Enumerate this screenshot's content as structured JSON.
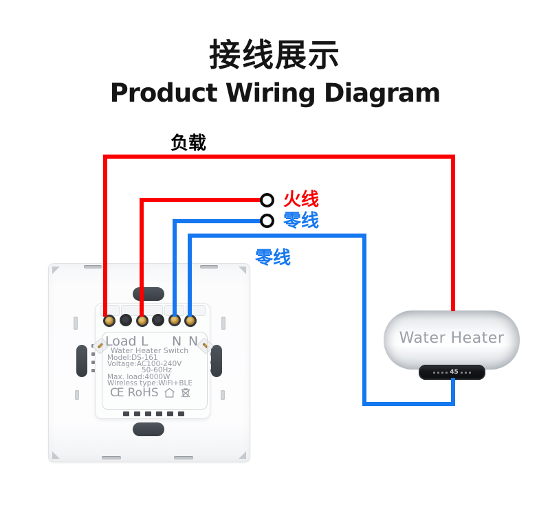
{
  "header": {
    "title_zh": "接线展示",
    "title_en": "Product Wiring Diagram"
  },
  "wiring": {
    "labels": {
      "load": "负载",
      "live": "火线",
      "neutral_top": "零线",
      "neutral_bottom": "零线"
    },
    "colors": {
      "live_wire": "#fb0000",
      "neutral_wire": "#1577f0",
      "load_label": "#000000"
    }
  },
  "switch": {
    "terminal_labels": [
      "Load",
      "L",
      "N",
      "N"
    ],
    "specs": [
      "Water Heater Switch",
      "Model:DS-161",
      "Voltage:AC100-240V",
      "50-60Hz",
      "Max. load:4000W",
      "Wireless type:WiFi+BLE"
    ],
    "certifications": {
      "ce": "CE",
      "rohs": "RoHS",
      "icons": [
        "house-icon",
        "weee-bin-icon"
      ]
    }
  },
  "water_heater": {
    "label": "Water Heater",
    "panel_display": "45"
  }
}
